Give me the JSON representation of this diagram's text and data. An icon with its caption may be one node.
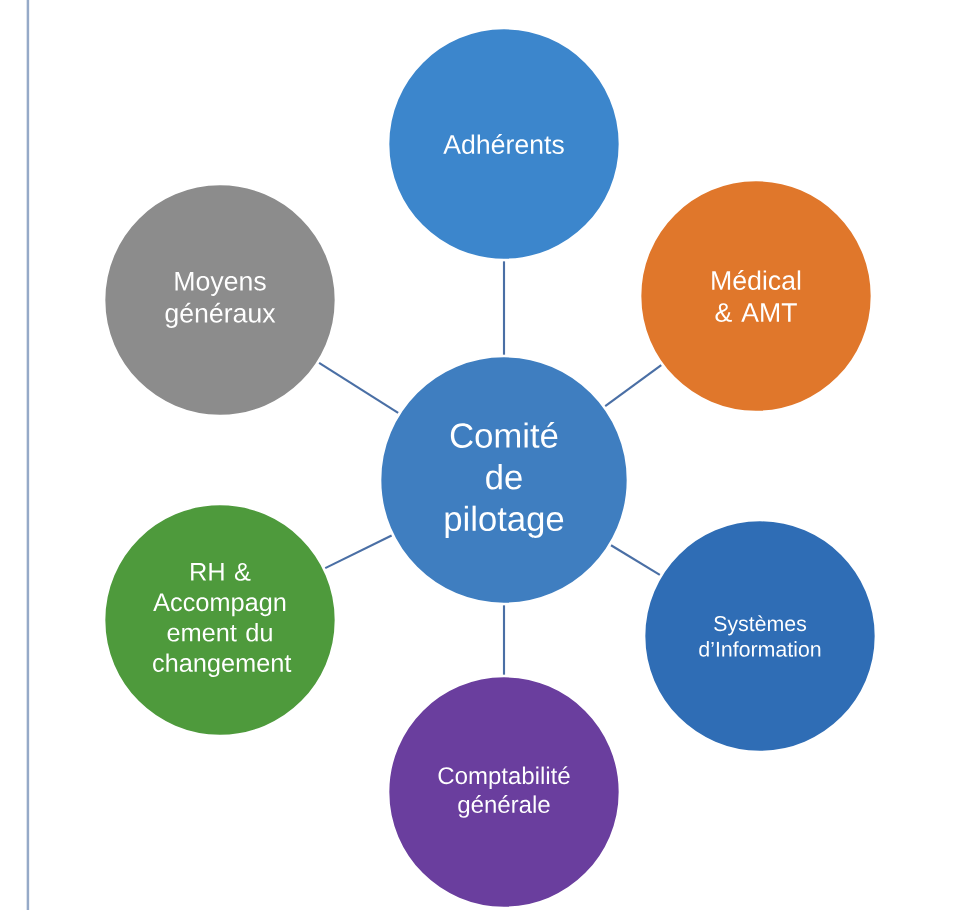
{
  "diagram": {
    "nodes": [
      {
        "text": [
          "Comité de pilotage"
        ]
      },
      {
        "text": [
          "Adhérents"
        ]
      },
      {
        "text": [
          "Médical & AMT"
        ]
      },
      {
        "text": [
          "Systèmes d’Information"
        ]
      },
      {
        "text": [
          "Comptabilité générale"
        ]
      },
      {
        "text": [
          "RH & Accompagn ement du changement"
        ]
      },
      {
        "text": [
          "Moyens généraux"
        ]
      }
    ],
    "edges": [
      {
        "from": 0,
        "to": 1,
        "arrow": "none"
      },
      {
        "from": 0,
        "to": 2,
        "arrow": "none"
      },
      {
        "from": 0,
        "to": 3,
        "arrow": "none"
      },
      {
        "from": 0,
        "to": 4,
        "arrow": "none"
      },
      {
        "from": 0,
        "to": 5,
        "arrow": "none"
      },
      {
        "from": 0,
        "to": 6,
        "arrow": "none"
      }
    ]
  }
}
